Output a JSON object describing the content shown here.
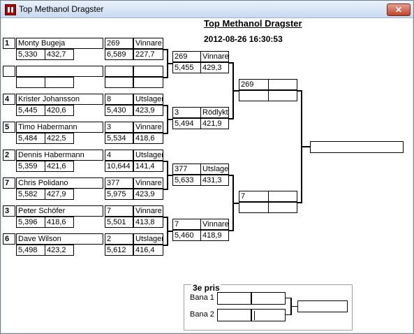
{
  "window": {
    "title": "Top Methanol Dragster",
    "close_glyph": "✕"
  },
  "header": {
    "title": "Top Methanol Dragster",
    "datetime": "2012-08-26 16:30:53"
  },
  "round1": [
    {
      "seed": "1",
      "name": "Monty Bugeja",
      "rt": "5,330",
      "speed": "432,7",
      "opp_no": "269",
      "result": "Vinnare",
      "et": "6,589",
      "mph": "227,7"
    },
    {
      "seed": "",
      "name": "",
      "rt": "",
      "speed": "",
      "opp_no": "",
      "result": "",
      "et": "",
      "mph": ""
    },
    {
      "seed": "4",
      "name": "Krister Johansson",
      "rt": "5,445",
      "speed": "420,6",
      "opp_no": "8",
      "result": "Utslagen",
      "et": "5,430",
      "mph": "423,9"
    },
    {
      "seed": "5",
      "name": "Timo Habermann",
      "rt": "5,484",
      "speed": "422,5",
      "opp_no": "3",
      "result": "Vinnare",
      "et": "5,534",
      "mph": "418,6"
    },
    {
      "seed": "2",
      "name": "Dennis Habermann",
      "rt": "5,359",
      "speed": "421,6",
      "opp_no": "4",
      "result": "Utslagen",
      "et": "10,644",
      "mph": "141,4"
    },
    {
      "seed": "7",
      "name": "Chris Polidano",
      "rt": "5,582",
      "speed": "427,9",
      "opp_no": "377",
      "result": "Vinnare",
      "et": "5,975",
      "mph": "423,9"
    },
    {
      "seed": "3",
      "name": "Peter Schöfer",
      "rt": "5,396",
      "speed": "418,6",
      "opp_no": "7",
      "result": "Vinnare",
      "et": "5,501",
      "mph": "413,8"
    },
    {
      "seed": "6",
      "name": "Dave Wilson",
      "rt": "5,498",
      "speed": "423,2",
      "opp_no": "2",
      "result": "Utslagen",
      "et": "5,612",
      "mph": "416,4"
    }
  ],
  "round2": [
    {
      "no": "269",
      "result": "Vinnare",
      "et": "5,455",
      "mph": "429,3"
    },
    {
      "no": "3",
      "result": "Rödlykta",
      "et": "5,494",
      "mph": "421,9"
    },
    {
      "no": "377",
      "result": "Utslagen",
      "et": "5,633",
      "mph": "431,3"
    },
    {
      "no": "7",
      "result": "Vinnare",
      "et": "5,460",
      "mph": "418,9"
    }
  ],
  "semis": [
    {
      "no": "269",
      "result": "",
      "et": "",
      "mph": ""
    },
    {
      "no": "7",
      "result": "",
      "et": "",
      "mph": ""
    }
  ],
  "final": {
    "winner": ""
  },
  "third_place": {
    "title": "3e pris",
    "lane1_label": "Bana 1",
    "lane2_label": "Bana 2",
    "lane1_a": "",
    "lane1_b": "",
    "lane2_a": "",
    "lane2_b": "",
    "winner": ""
  }
}
